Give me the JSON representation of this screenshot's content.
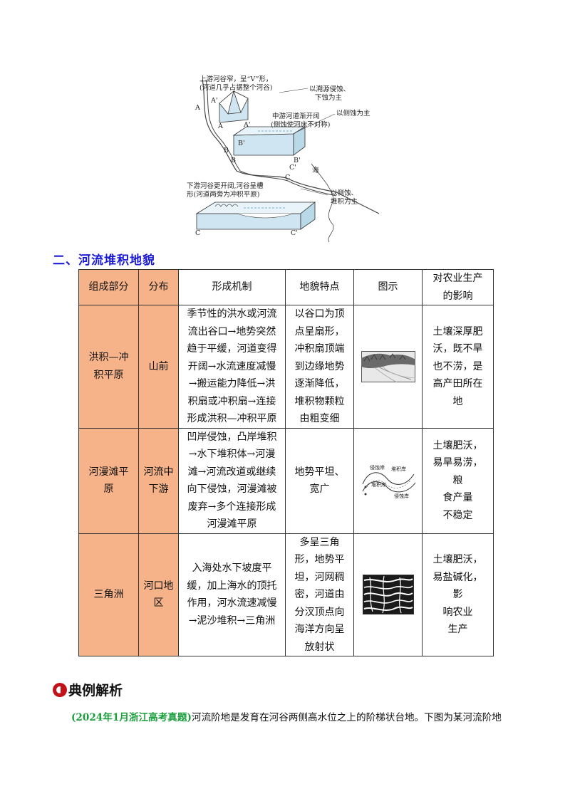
{
  "diagram": {
    "upper_note": [
      "上游河谷窄，呈“V”形，",
      "(河道几乎占据整个河谷)"
    ],
    "upper_process": [
      "以溯源侵蚀、",
      "下蚀为主"
    ],
    "middle_note": [
      "中游河道渐开阔",
      "(侧蚀使河床不对称)"
    ],
    "middle_process": "以侧蚀为主",
    "sea": "海",
    "lower_note": [
      "下游河谷更开阔,河谷呈槽",
      "形(河道两旁为冲积平原)"
    ],
    "lower_process": [
      "以侧蚀、",
      "堆积为主"
    ],
    "letters": {
      "A": "A",
      "A1": "A'",
      "B": "B",
      "B1": "B'",
      "C": "C",
      "C1": "C'"
    }
  },
  "section_heading": "二、河流堆积地貌",
  "table": {
    "headers": [
      "组成部分",
      "分布",
      "形成机制",
      "地貌特点",
      "图示",
      "对农业生产的影响"
    ],
    "header_last_lines": [
      "对农业生产",
      "的影响"
    ],
    "rows": [
      {
        "name_lines": [
          "洪积—冲",
          "积平原"
        ],
        "distribution_lines": [
          "山前"
        ],
        "mechanism_lines": [
          "季节性的洪水或河流",
          "流出谷口→地势突然",
          "趋于平缓，河道变得",
          "开阔→水流速度减慢",
          "→搬运能力降低→洪",
          "积扇或冲积扇→连接",
          "形成洪积—冲积平原"
        ],
        "features_lines": [
          "以谷口为顶",
          "点呈扇形，",
          "冲积扇顶端",
          "到边缘地势",
          "逐渐降低，",
          "堆积物颗粒",
          "由粗变细"
        ],
        "impact_lines": [
          "土壤深厚肥",
          "沃，既不旱",
          "也不涝，是",
          "高产田所在",
          "地"
        ]
      },
      {
        "name_lines": [
          "河漫滩平",
          "原"
        ],
        "distribution_lines": [
          "河流中",
          "下游"
        ],
        "mechanism_lines": [
          "凹岸侵蚀，凸岸堆积",
          "→水下堆积体→河漫",
          "滩→河流改道或继续",
          "向下侵蚀，河漫滩被",
          "废弃→多个连接形成",
          "河漫滩平原"
        ],
        "features_lines": [
          "地势平坦、",
          "宽广"
        ],
        "diagram_labels": {
          "erosion_top": "侵蚀岸",
          "deposit_top": "堆积岸",
          "deposit_bottom": "堆积岸",
          "erosion_bottom": "侵蚀岸"
        },
        "impact_lines": [
          "土壤肥沃，",
          "易旱易涝，",
          "粮",
          "食产量",
          "不稳定"
        ]
      },
      {
        "name_lines": [
          "三角洲"
        ],
        "distribution_lines": [
          "河口地",
          "区"
        ],
        "mechanism_lines": [
          "入海处水下坡度平",
          "缓，加上海水的顶托",
          "作用，河水流速减慢",
          "→泥沙堆积→三角洲"
        ],
        "features_lines": [
          "多呈三角",
          "形，地势平",
          "坦，河网稠",
          "密，河道由",
          "分汊顶点向",
          "海洋方向呈",
          "放射状"
        ],
        "impact_lines": [
          "土壤肥沃，",
          "易盐碱化，",
          "影",
          "响农业",
          "生产"
        ]
      }
    ]
  },
  "exemplar_title": "典例解析",
  "question": {
    "source": "(2024年1月浙江高考真题)",
    "text": "河流阶地是发育在河谷两侧高水位之上的阶梯状台地。下图为某河流阶地"
  }
}
